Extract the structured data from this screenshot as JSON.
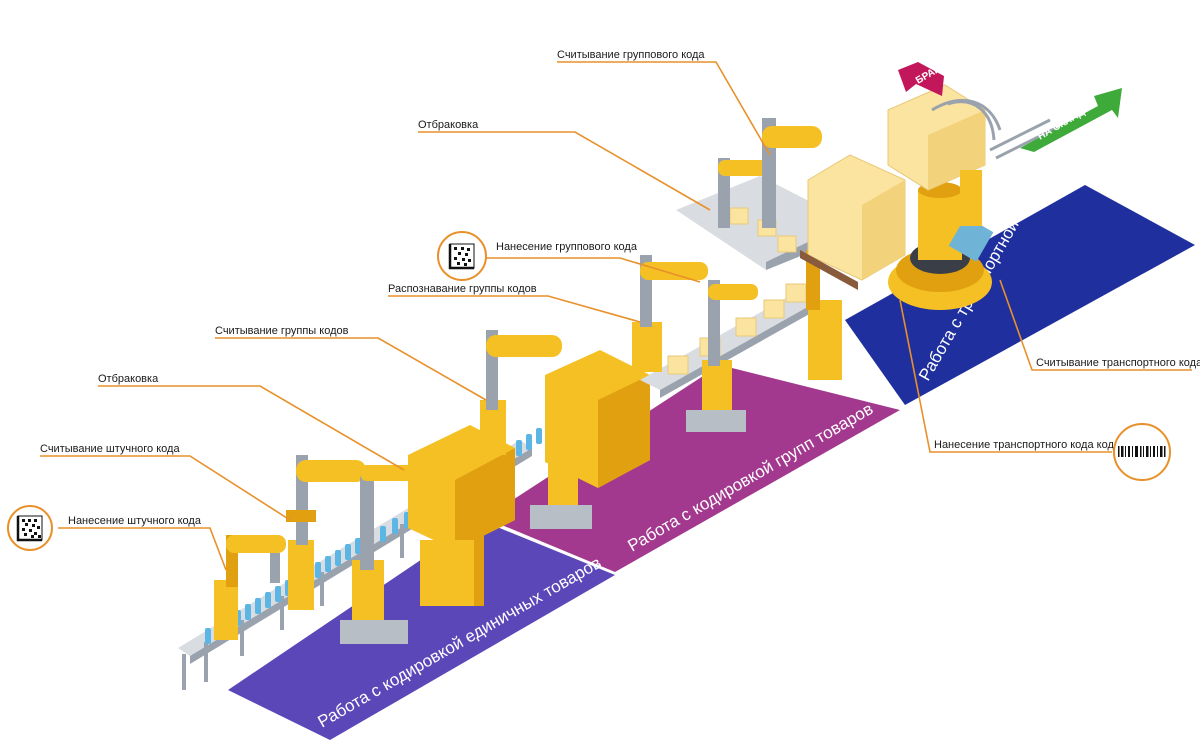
{
  "zones": {
    "single": "Работа с кодировкой единичных товаров",
    "group": "Работа с кодировкой групп товаров",
    "transport": "Работа с транспортной кодировкой"
  },
  "arrows": {
    "reject": "БРАК",
    "warehouse": "НА СКЛАД"
  },
  "callouts": {
    "group_code_reading": "Считывание группового кода",
    "rejection_top": "Отбраковка",
    "group_code_application": "Нанесение группового кода",
    "group_recognition": "Распознавание группы кодов",
    "group_codes_reading": "Считывание группы кодов",
    "rejection_mid": "Отбраковка",
    "unit_code_reading": "Считывание штучного кода",
    "unit_code_application": "Нанесение штучного кода",
    "transport_code_reading": "Считывание транспортного кода",
    "transport_code_application": "Нанесение транспортного кода кода"
  },
  "colors": {
    "zone_single": "#5b47b8",
    "zone_group": "#a3398f",
    "zone_transport": "#1f2f9e",
    "machine": "#f5c023",
    "machine_dark": "#e0a010",
    "leader": "#e8902a",
    "reject_arrow": "#c2185b",
    "warehouse_arrow": "#3daa3a"
  },
  "icons": {
    "datamatrix_unit": "datamatrix-icon",
    "datamatrix_group": "datamatrix-icon",
    "barcode_transport": "barcode-icon"
  }
}
